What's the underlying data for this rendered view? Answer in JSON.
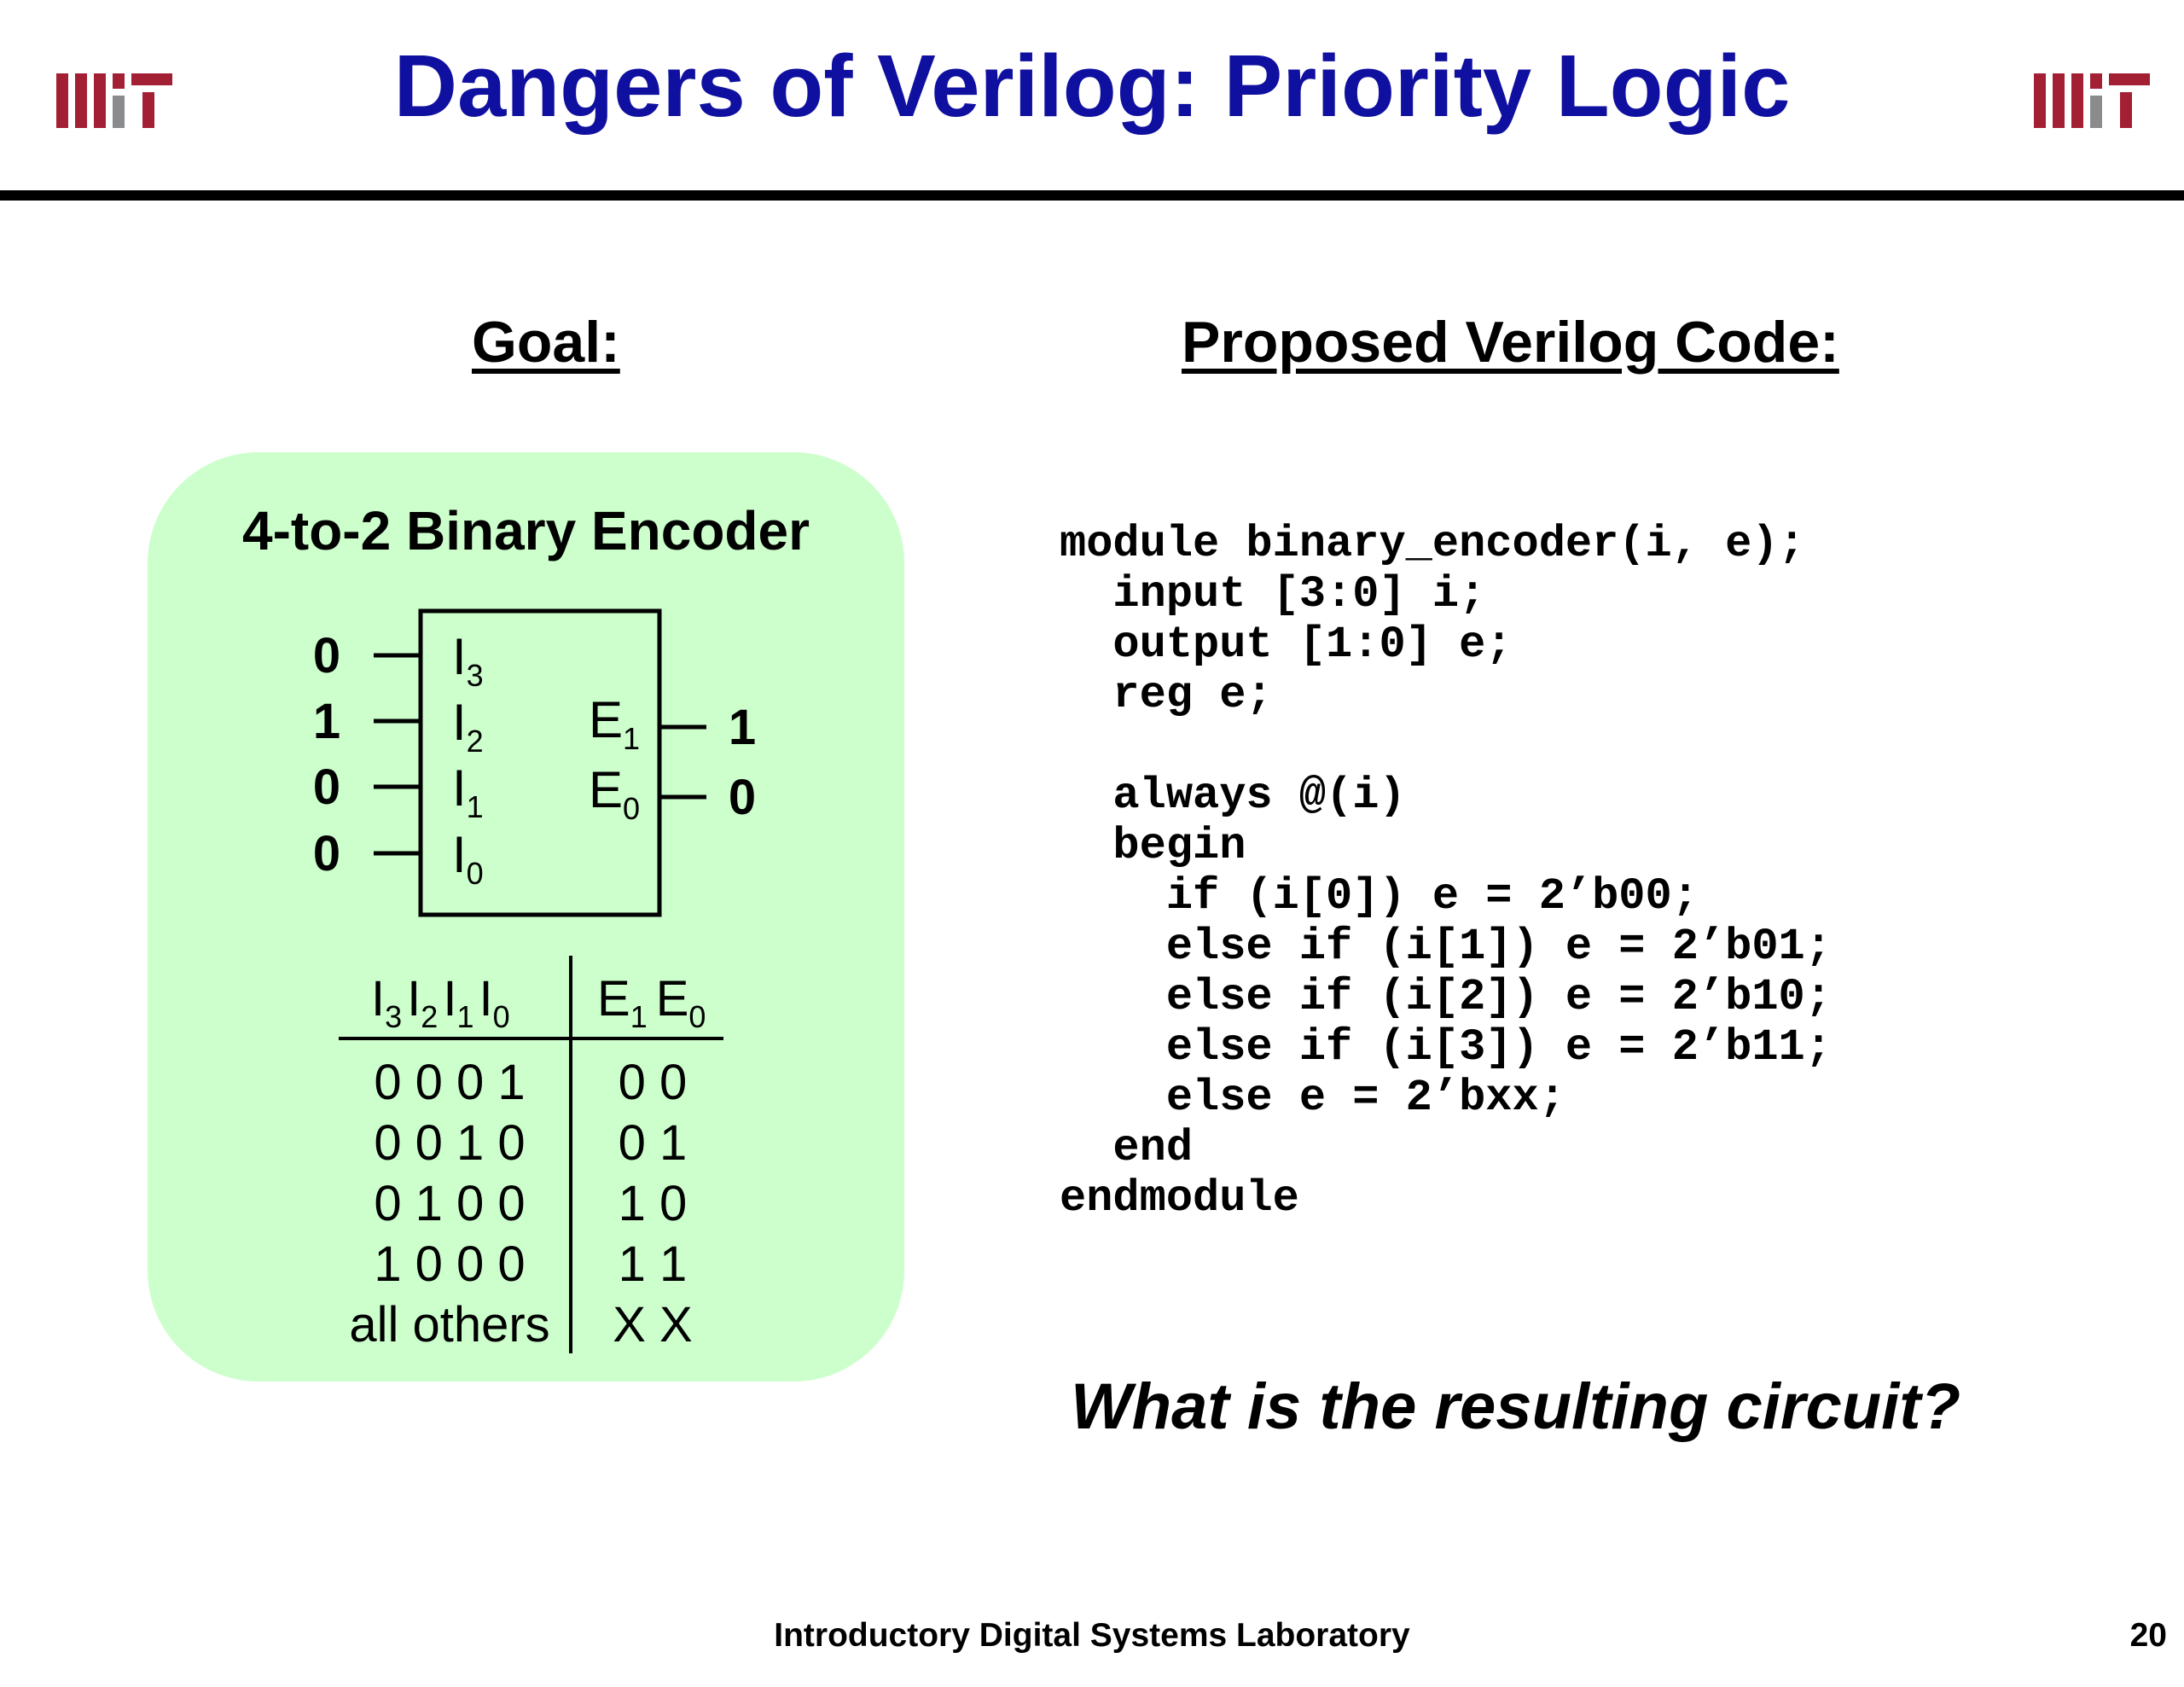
{
  "header": {
    "title": "Dangers of Verilog: Priority Logic",
    "logo_text": "MIT",
    "logo_colors": {
      "primary": "#a31f34",
      "secondary": "#8a8b8c"
    },
    "title_color": "#1010a0"
  },
  "goal": {
    "heading": "Goal:",
    "panel_color": "#ccffcc",
    "encoder_title": "4-to-2 Binary Encoder",
    "inputs": [
      {
        "label": "I",
        "sub": "3",
        "value": "0"
      },
      {
        "label": "I",
        "sub": "2",
        "value": "1"
      },
      {
        "label": "I",
        "sub": "1",
        "value": "0"
      },
      {
        "label": "I",
        "sub": "0",
        "value": "0"
      }
    ],
    "outputs": [
      {
        "label": "E",
        "sub": "1",
        "value": "1"
      },
      {
        "label": "E",
        "sub": "0",
        "value": "0"
      }
    ],
    "value_color": "#ee1111",
    "truth_table": {
      "header_in": [
        {
          "label": "I",
          "sub": "3"
        },
        {
          "label": "I",
          "sub": "2"
        },
        {
          "label": "I",
          "sub": "1"
        },
        {
          "label": "I",
          "sub": "0"
        }
      ],
      "header_out": [
        {
          "label": "E",
          "sub": "1"
        },
        {
          "label": "E",
          "sub": "0"
        }
      ],
      "rows": [
        {
          "in": "0 0 0 1",
          "out": "0 0"
        },
        {
          "in": "0 0 1 0",
          "out": "0 1"
        },
        {
          "in": "0 1 0 0",
          "out": "1 0"
        },
        {
          "in": "1 0 0 0",
          "out": "1 1"
        },
        {
          "in": "all others",
          "out": "X X"
        }
      ]
    }
  },
  "code": {
    "heading": "Proposed Verilog Code:",
    "source": "module binary_encoder(i, e);\n  input [3:0] i;\n  output [1:0] e;\n  reg e;\n\n  always @(i)\n  begin\n    if (i[0]) e = 2’b00;\n    else if (i[1]) e = 2’b01;\n    else if (i[2]) e = 2’b10;\n    else if (i[3]) e = 2’b11;\n    else e = 2’bxx;\n  end\nendmodule"
  },
  "question": "What is the resulting circuit?",
  "footer": {
    "text": "Introductory Digital Systems Laboratory",
    "page_number": "20"
  }
}
